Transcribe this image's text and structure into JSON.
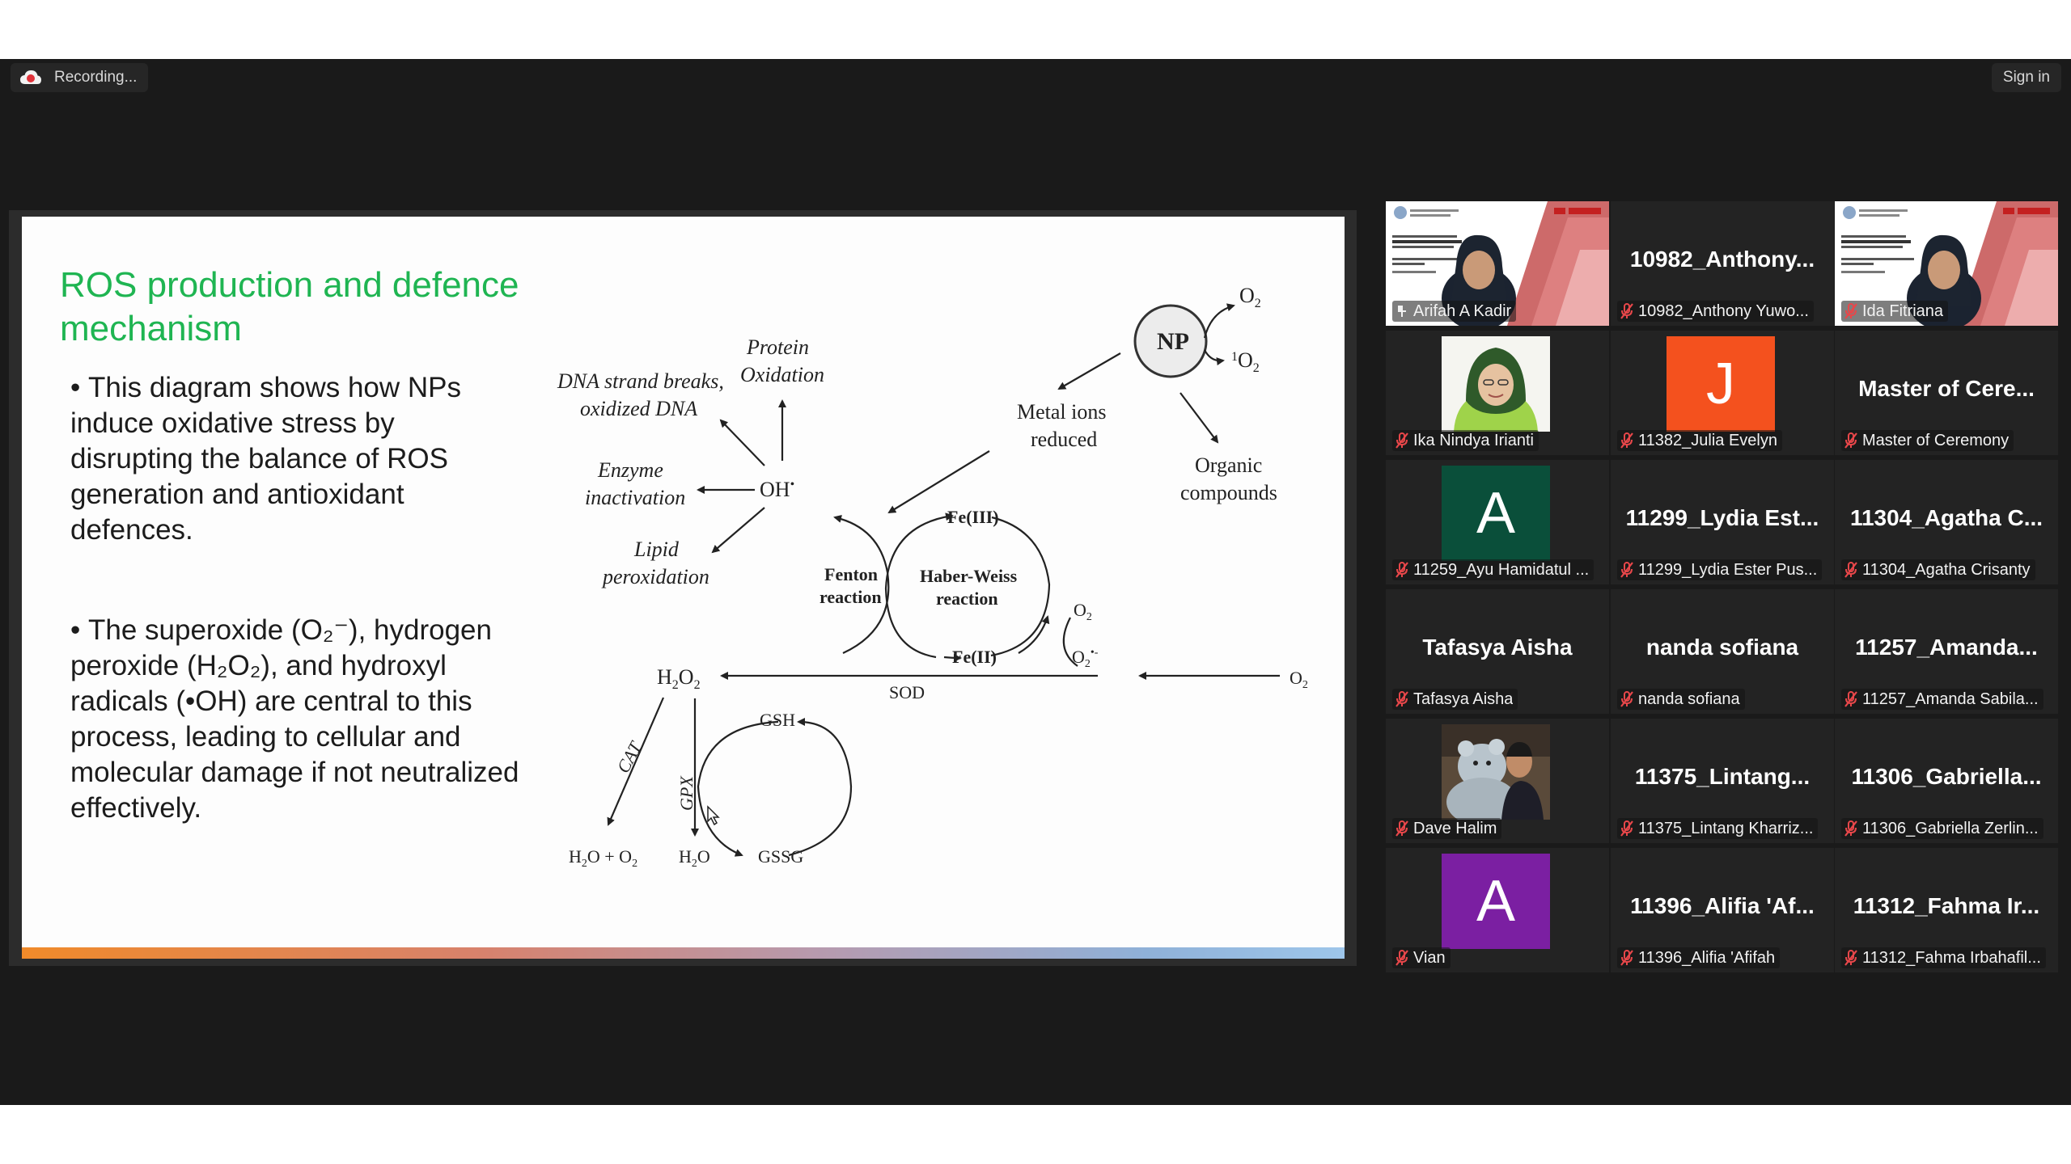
{
  "topbar": {
    "recording_label": "Recording...",
    "signin_label": "Sign in"
  },
  "slide": {
    "title": "ROS production and defence mechanism",
    "bullet1": "This diagram shows how NPs induce oxidative stress by disrupting the balance of ROS generation and antioxidant defences.",
    "bullet2": "The superoxide (O₂⁻), hydrogen peroxide (H₂O₂), and hydroxyl radicals (•OH) are central to this process, leading to cellular and molecular damage if not neutralized effectively.",
    "bullet_char": "•",
    "diagram": {
      "np": "NP",
      "o2_top": "O",
      "singlet_o2": "O",
      "metal_ions": "Metal ions",
      "reduced": "reduced",
      "organic": "Organic",
      "compounds": "compounds",
      "protein": "Protein",
      "oxidation": "Oxidation",
      "dna1": "DNA strand breaks,",
      "dna2": "oxidized DNA",
      "enzyme1": "Enzyme",
      "enzyme2": "inactivation",
      "oh": "OH",
      "lipid1": "Lipid",
      "lipid2": "peroxidation",
      "fe3": "Fe(III)",
      "fe2": "Fe(II)",
      "fenton1": "Fenton",
      "fenton2": "reaction",
      "haber1": "Haber-Weiss",
      "haber2": "reaction",
      "o2_mid": "O",
      "o2_minus": "O",
      "h2o2": "H",
      "sod": "SOD",
      "o2_right": "O",
      "gsh": "GSH",
      "gssg": "GSSG",
      "cat": "CAT",
      "gpx": "GPX",
      "h2o_o2": "H",
      "h2o": "H"
    }
  },
  "participants": [
    {
      "big": "",
      "label": "Arifah A Kadir",
      "type": "slide"
    },
    {
      "big": "10982_Anthony...",
      "label": "10982_Anthony Yuwo...",
      "type": "name"
    },
    {
      "big": "",
      "label": "Ida Fitriana",
      "type": "slide"
    },
    {
      "big": "",
      "label": "Ika Nindya Irianti",
      "type": "photo"
    },
    {
      "big": "J",
      "label": "11382_Julia Evelyn",
      "type": "avatar",
      "color": "#f4511e"
    },
    {
      "big": "Master of Cere...",
      "label": "Master of Ceremony",
      "type": "name"
    },
    {
      "big": "A",
      "label": "11259_Ayu Hamidatul ...",
      "type": "avatar",
      "color": "#0a4f3a"
    },
    {
      "big": "11299_Lydia Est...",
      "label": "11299_Lydia Ester Pus...",
      "type": "name"
    },
    {
      "big": "11304_Agatha C...",
      "label": "11304_Agatha Crisanty",
      "type": "name"
    },
    {
      "big": "Tafasya Aisha",
      "label": "Tafasya Aisha",
      "type": "name"
    },
    {
      "big": "nanda sofiana",
      "label": "nanda sofiana",
      "type": "name"
    },
    {
      "big": "11257_Amanda...",
      "label": "11257_Amanda Sabila...",
      "type": "name"
    },
    {
      "big": "",
      "label": "Dave Halim",
      "type": "photo2"
    },
    {
      "big": "11375_Lintang...",
      "label": "11375_Lintang Kharriz...",
      "type": "name"
    },
    {
      "big": "11306_Gabriella...",
      "label": "11306_Gabriella Zerlin...",
      "type": "name"
    },
    {
      "big": "A",
      "label": "Vian",
      "type": "avatar",
      "color": "#7b1fa2"
    },
    {
      "big": "11396_Alifia 'Af...",
      "label": "11396_Alifia 'Afifah",
      "type": "name"
    },
    {
      "big": "11312_Fahma Ir...",
      "label": "11312_Fahma Irbahafil...",
      "type": "name"
    }
  ],
  "colors": {
    "active_speaker": "#c8e23a",
    "muted_icon": "#e8474a",
    "title_green": "#1fb552"
  }
}
